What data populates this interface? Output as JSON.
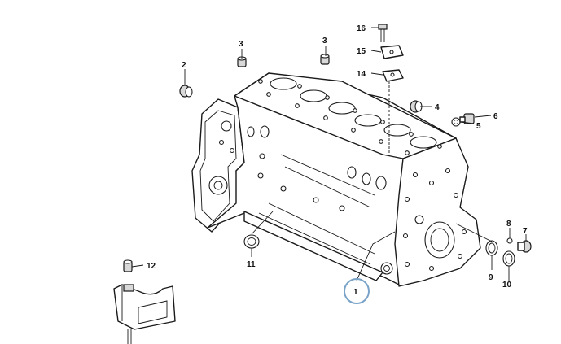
{
  "diagram": {
    "callouts": [
      {
        "id": "c1",
        "label": "1",
        "highlighted": true
      },
      {
        "id": "c2",
        "label": "2"
      },
      {
        "id": "c3a",
        "label": "3"
      },
      {
        "id": "c3b",
        "label": "3"
      },
      {
        "id": "c4",
        "label": "4"
      },
      {
        "id": "c5",
        "label": "5"
      },
      {
        "id": "c6",
        "label": "6"
      },
      {
        "id": "c7",
        "label": "7"
      },
      {
        "id": "c8",
        "label": "8"
      },
      {
        "id": "c9",
        "label": "9"
      },
      {
        "id": "c10",
        "label": "10"
      },
      {
        "id": "c11",
        "label": "11"
      },
      {
        "id": "c12",
        "label": "12"
      },
      {
        "id": "c14",
        "label": "14"
      },
      {
        "id": "c15",
        "label": "15"
      },
      {
        "id": "c16",
        "label": "16"
      }
    ],
    "colors": {
      "line": "#1a1a1a",
      "highlight": "#7aa3c8",
      "background": "#ffffff"
    }
  }
}
